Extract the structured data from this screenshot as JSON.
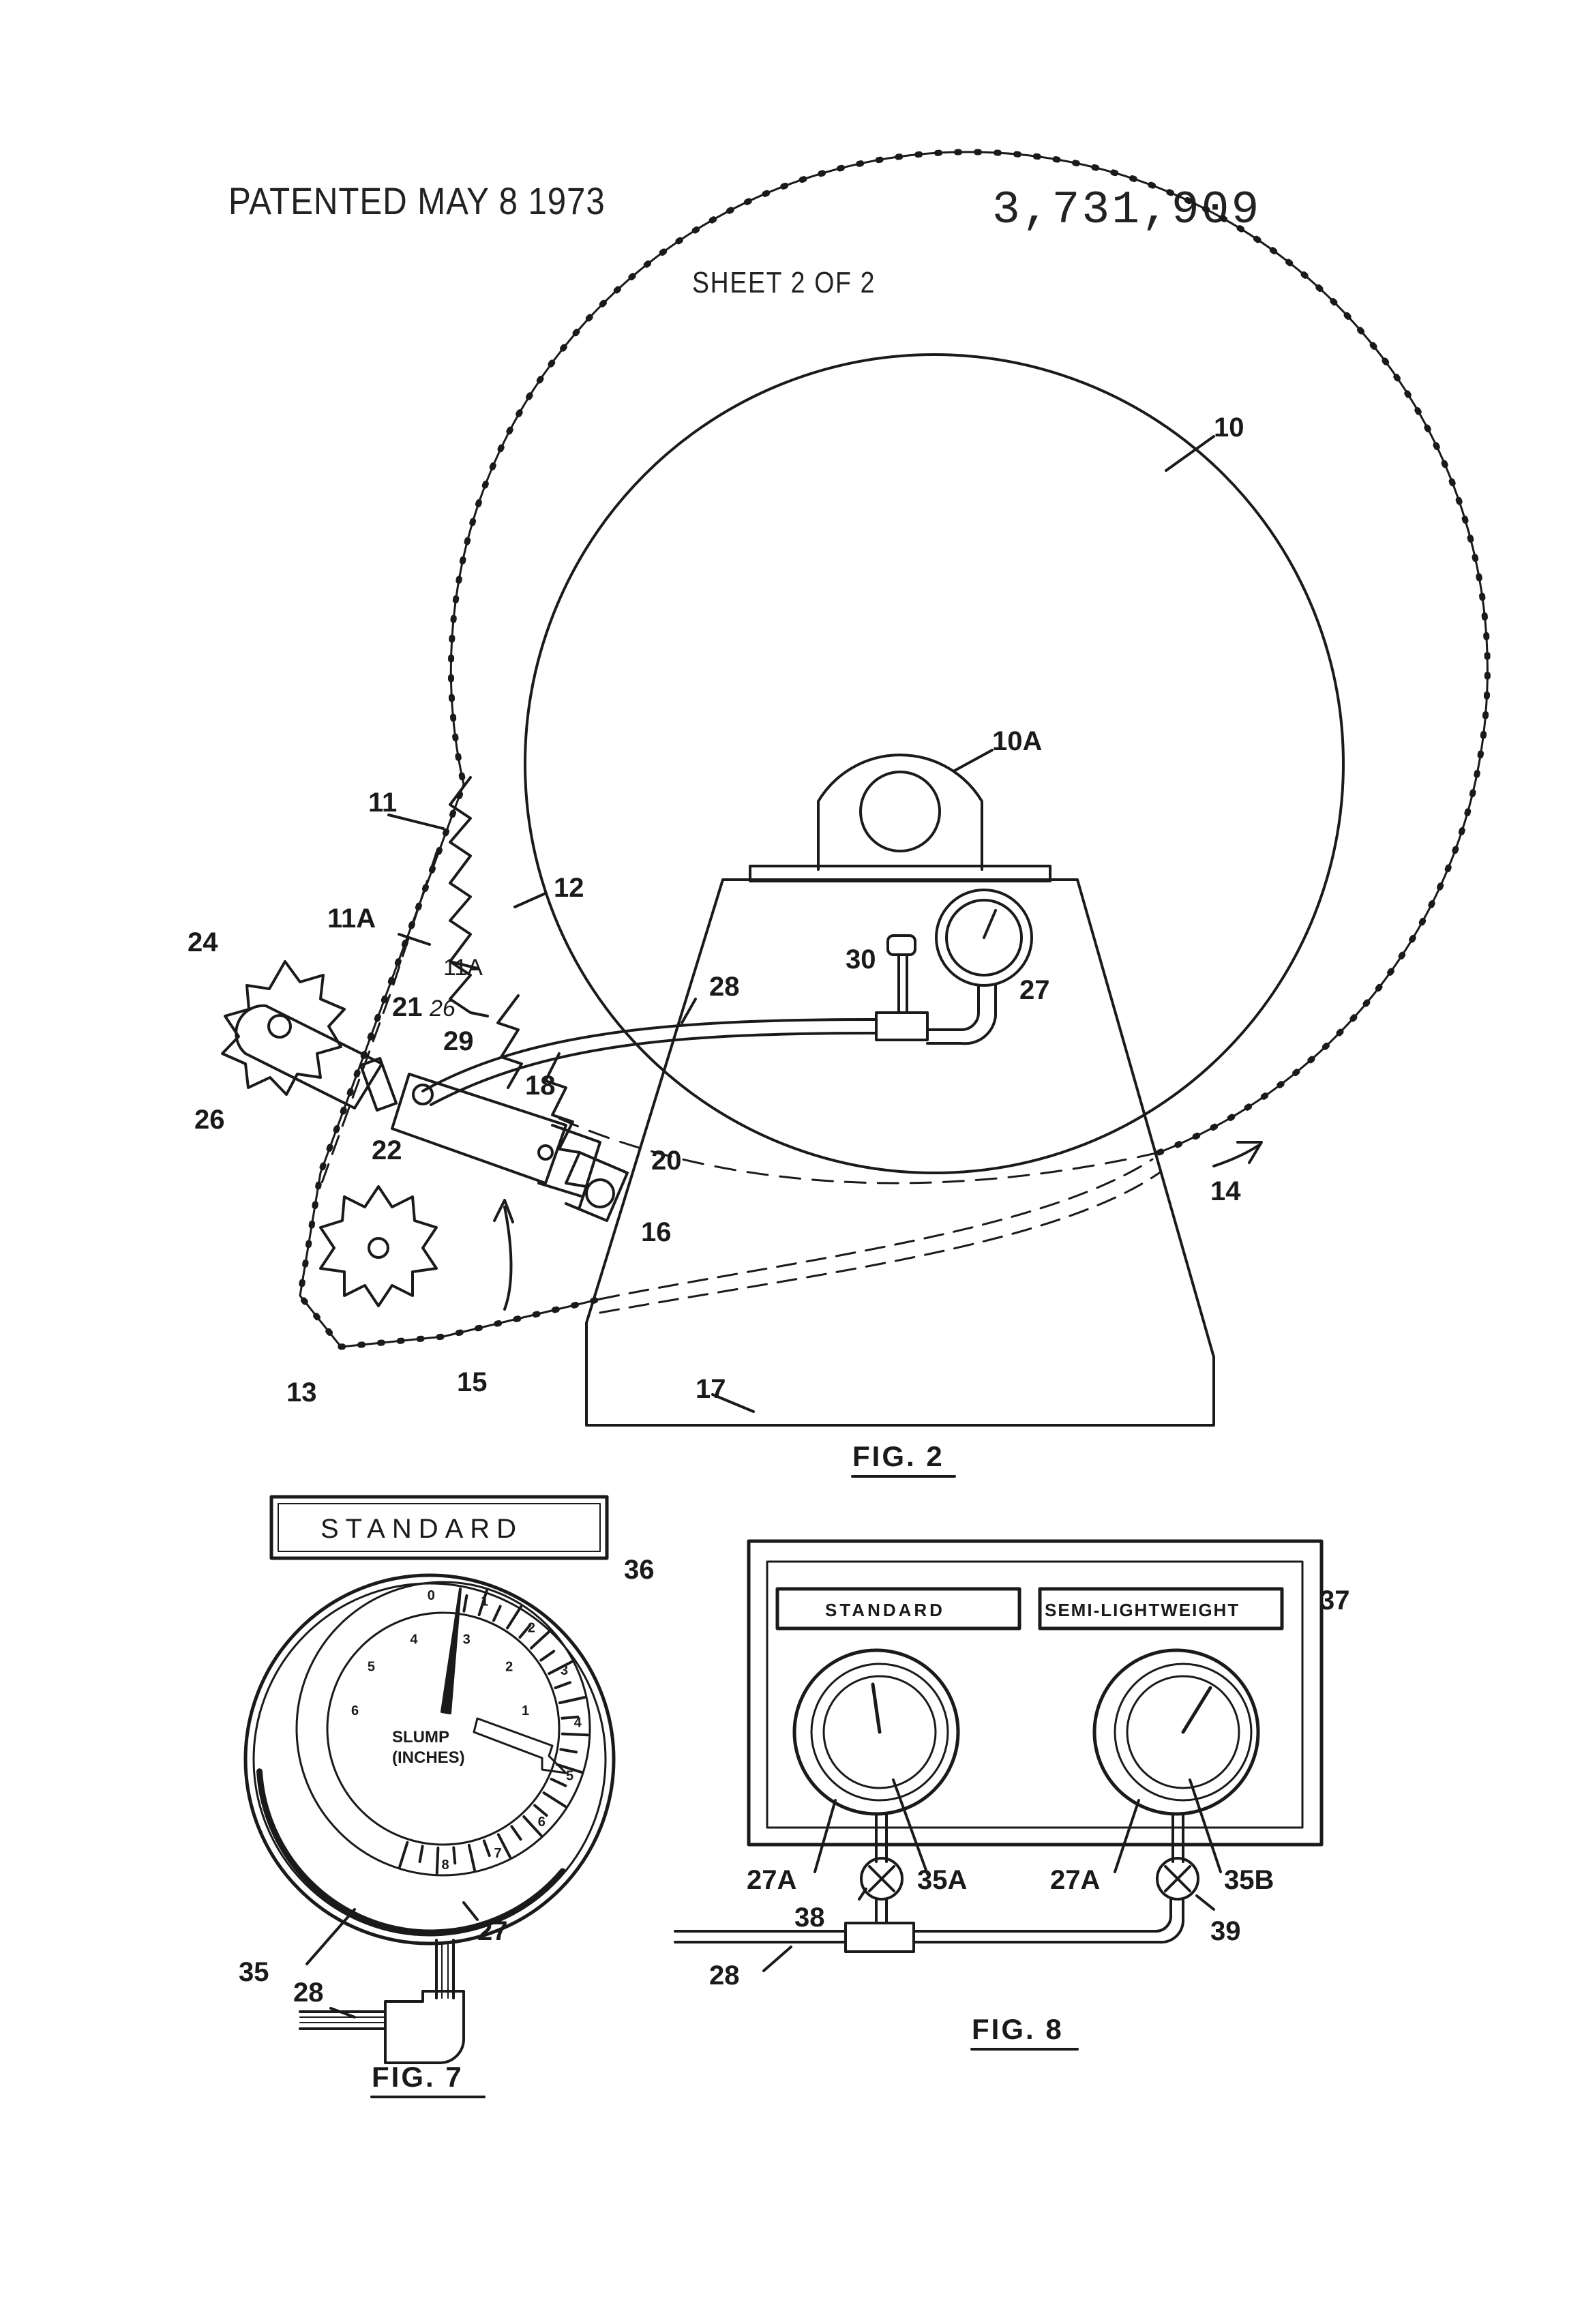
{
  "header": {
    "patented": "PATENTED MAY 8 1973",
    "patent_number": "3,731,909",
    "sheet": "SHEET 2 OF 2"
  },
  "figures": {
    "fig2": {
      "caption": "FIG. 2",
      "refs": {
        "r10": "10",
        "r10a": "10A",
        "r11": "11",
        "r11a": "11A",
        "r11a2": "11A",
        "r12": "12",
        "r13": "13",
        "r14": "14",
        "r15": "15",
        "r16": "16",
        "r17": "17",
        "r18": "18",
        "r20": "20",
        "r21": "21",
        "r22": "22",
        "r24": "24",
        "r26": "26",
        "r26b": "26",
        "r27": "27",
        "r28": "28",
        "r29": "29",
        "r30": "30"
      }
    },
    "fig7": {
      "caption": "FIG. 7",
      "plate": "STANDARD",
      "dial_label_1": "SLUMP",
      "dial_label_2": "(INCHES)",
      "inner_scale": [
        "6",
        "5",
        "4",
        "3",
        "2",
        "1"
      ],
      "outer_scale": [
        "0",
        "1",
        "2",
        "3",
        "4",
        "5",
        "6",
        "7",
        "8"
      ],
      "refs": {
        "r27": "27",
        "r28": "28",
        "r35": "35",
        "r36": "36"
      }
    },
    "fig8": {
      "caption": "FIG. 8",
      "plate_left": "STANDARD",
      "plate_right": "SEMI-LIGHTWEIGHT",
      "refs": {
        "r27a1": "27A",
        "r27a2": "27A",
        "r28": "28",
        "r35a": "35A",
        "r35b": "35B",
        "r37": "37",
        "r38": "38",
        "r39": "39"
      }
    }
  }
}
